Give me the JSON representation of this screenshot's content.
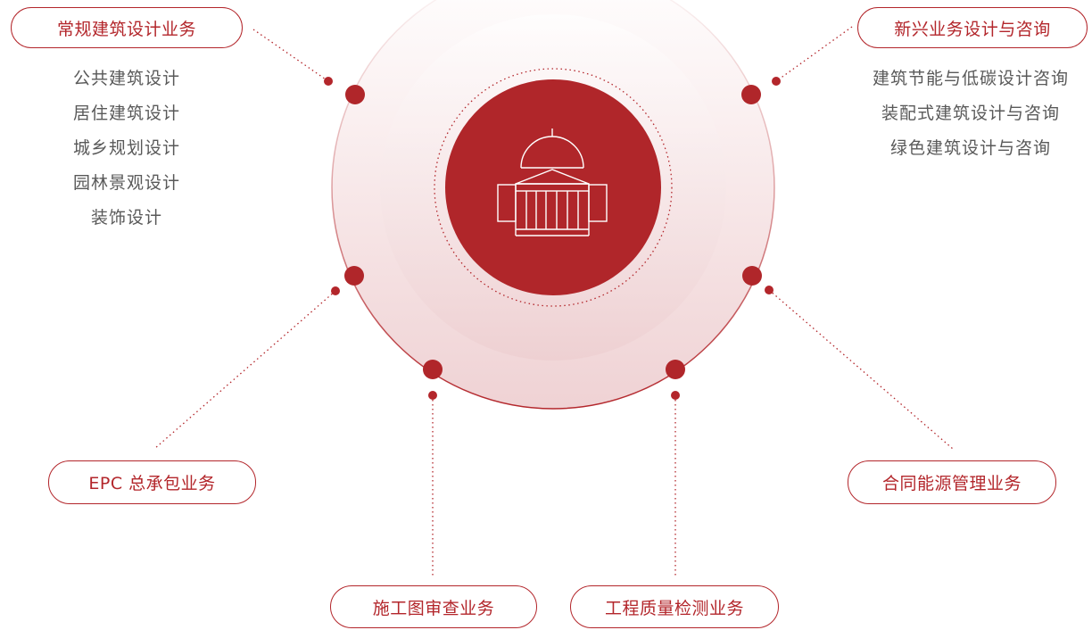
{
  "colors": {
    "accent": "#b3262b",
    "text": "#595959",
    "halo": "#f3dcdd"
  },
  "center_icon": "capitol-building-icon",
  "categories": {
    "conventional": {
      "label": "常规建筑设计业务",
      "items": [
        "公共建筑设计",
        "居住建筑设计",
        "城乡规划设计",
        "园林景观设计",
        "装饰设计"
      ]
    },
    "emerging": {
      "label": "新兴业务设计与咨询",
      "items": [
        "建筑节能与低碳设计咨询",
        "装配式建筑设计与咨询",
        "绿色建筑设计与咨询"
      ]
    },
    "epc": {
      "label": "EPC 总承包业务"
    },
    "contract_energy": {
      "label": "合同能源管理业务"
    },
    "drawing_review": {
      "label": "施工图审查业务"
    },
    "quality_testing": {
      "label": "工程质量检测业务"
    }
  }
}
